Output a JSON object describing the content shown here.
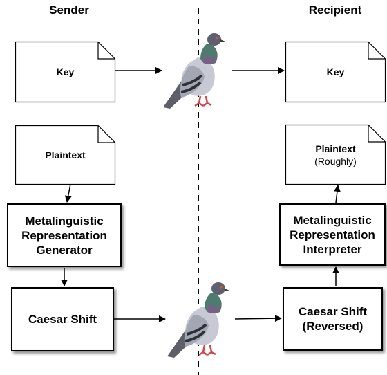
{
  "headers": {
    "sender": "Sender",
    "recipient": "Recipient"
  },
  "sender": {
    "key_doc": "Key",
    "plaintext_doc": "Plaintext",
    "generator_box": [
      "Metalinguistic",
      "Representation",
      "Generator"
    ],
    "caesar_box": "Caesar Shift"
  },
  "recipient": {
    "key_doc": "Key",
    "plaintext_doc": {
      "line1": "Plaintext",
      "line2": "(Roughly)"
    },
    "interpreter_box": [
      "Metalinguistic",
      "Representation",
      "Interpreter"
    ],
    "caesar_box": [
      "Caesar Shift",
      "(Reversed)"
    ]
  },
  "icons": {
    "messenger": "pigeon-icon"
  }
}
